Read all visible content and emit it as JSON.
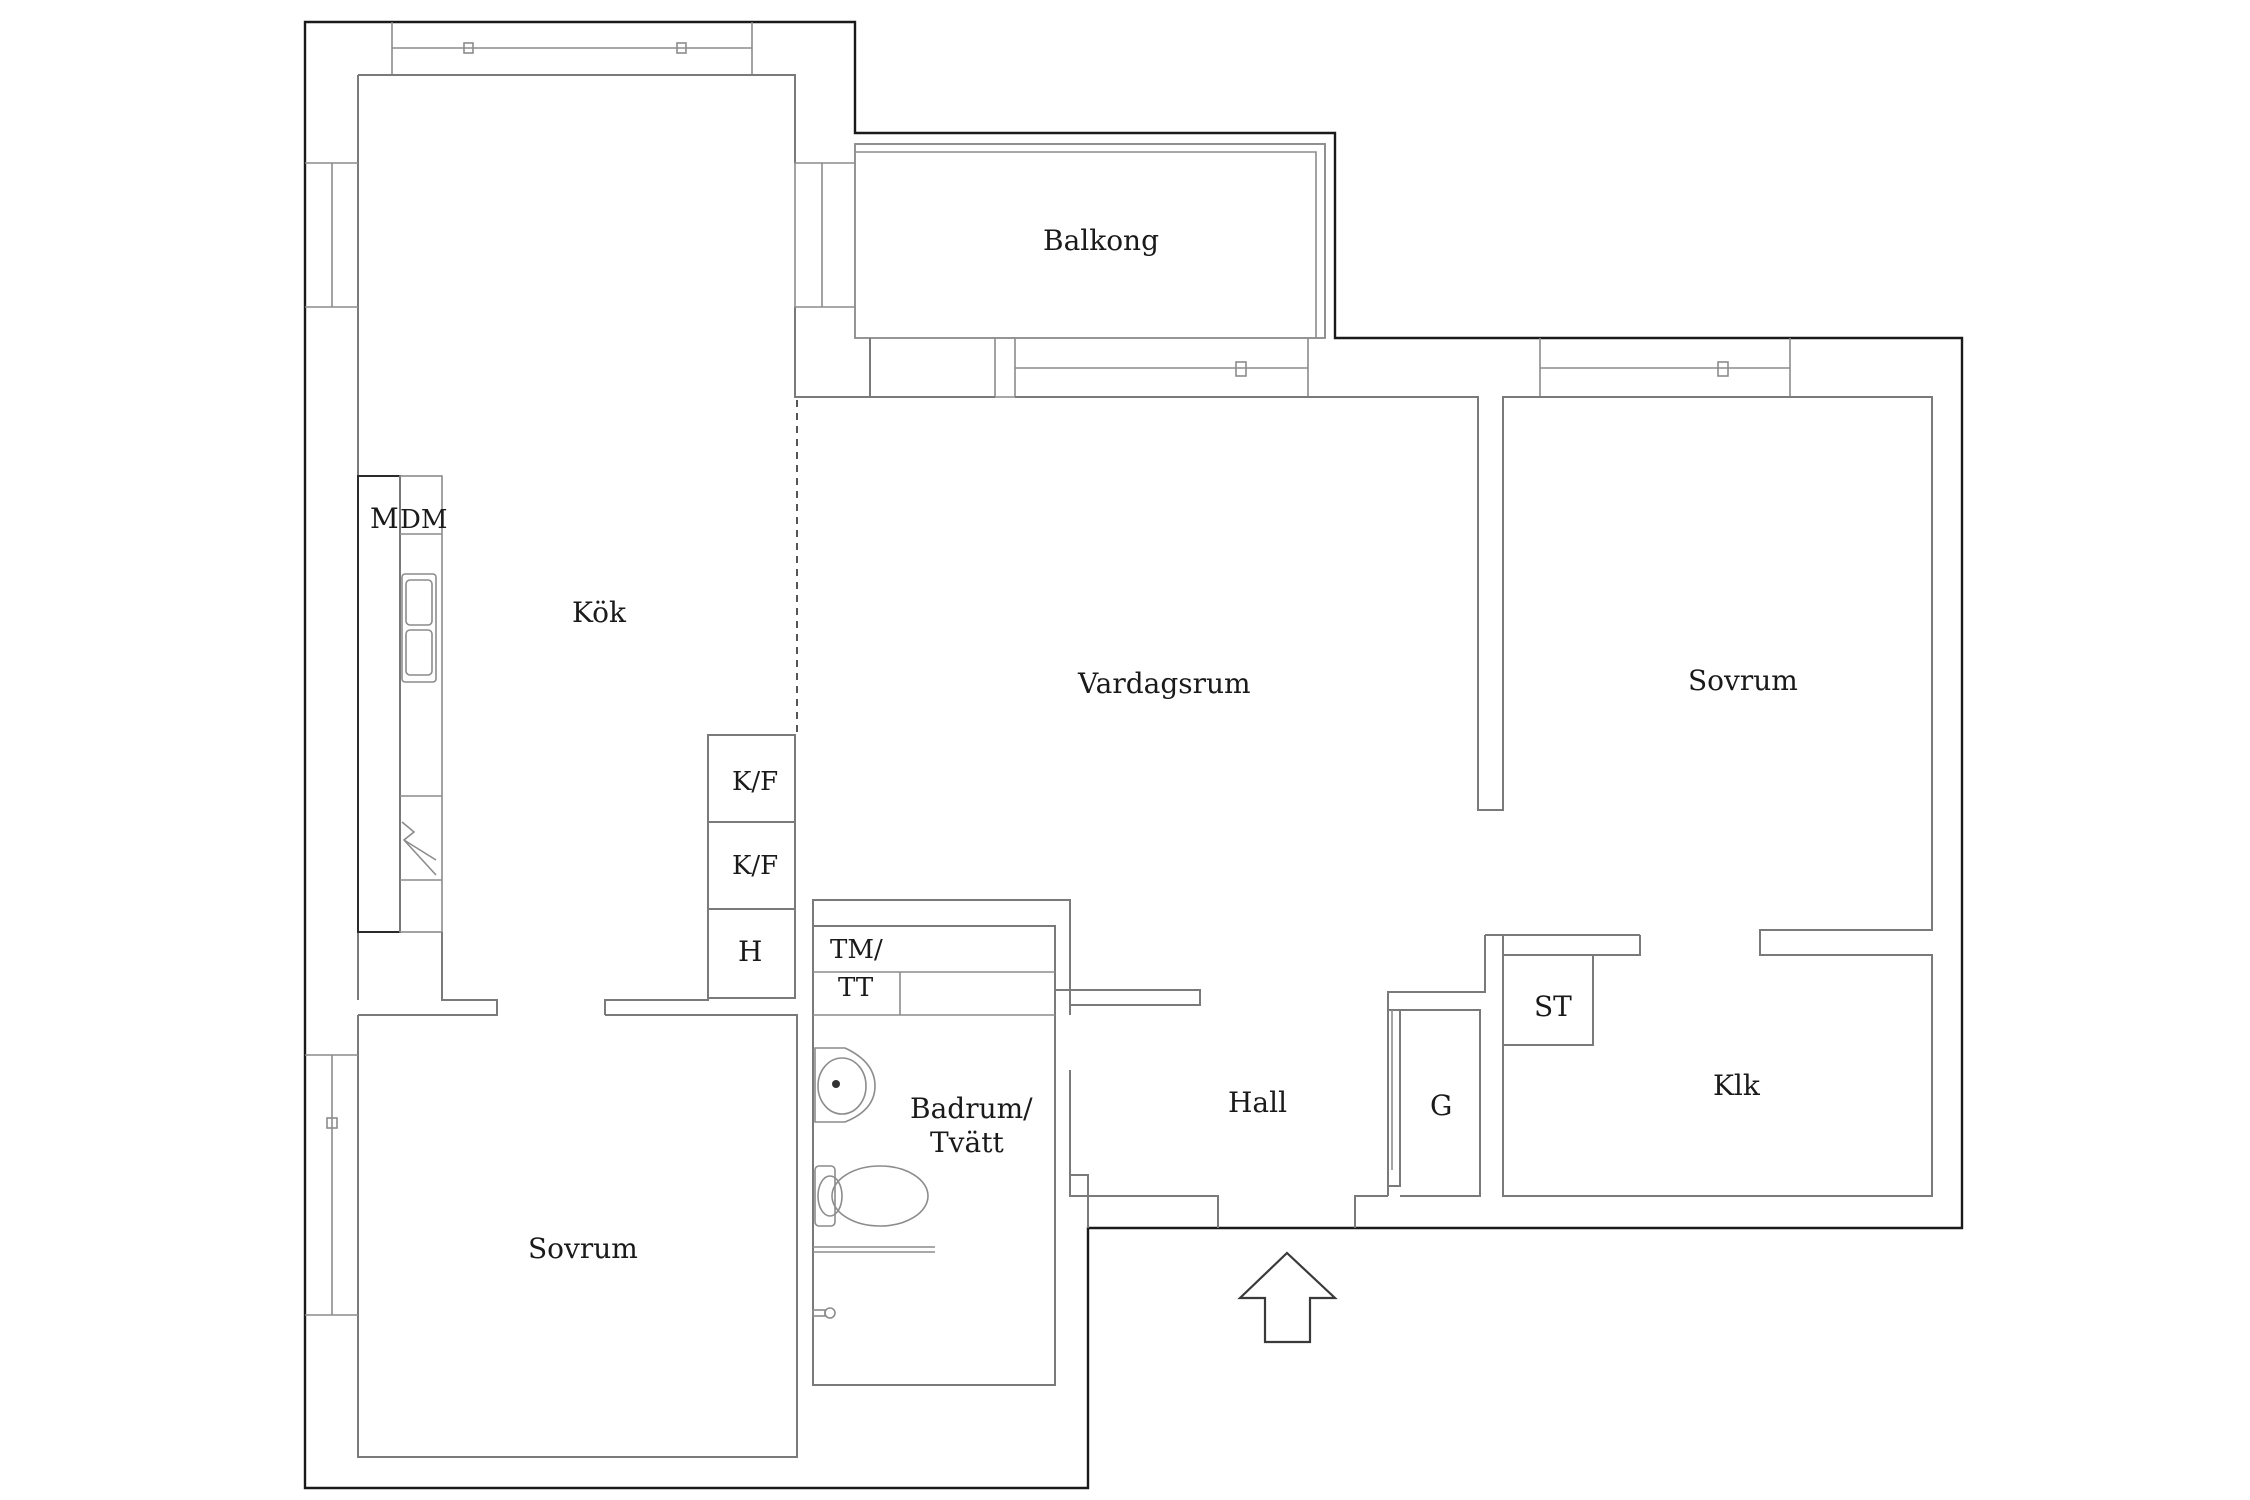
{
  "rooms": {
    "balkong": "Balkong",
    "kok": "Kök",
    "vardagsrum": "Vardagsrum",
    "sovrum_right": "Sovrum",
    "sovrum_left": "Sovrum",
    "hall": "Hall",
    "klk": "Klk",
    "badrum_line1": "Badrum/",
    "badrum_line2": "Tvätt"
  },
  "fixtures": {
    "microwave": "M",
    "dishwasher": "DM",
    "fridge_freezer_1": "K/F",
    "fridge_freezer_2": "K/F",
    "tall_cabinet": "H",
    "washer_dryer_line1": "TM/",
    "washer_dryer_line2": "TT",
    "storage": "ST",
    "wardrobe": "G"
  },
  "icons": [
    "entrance-arrow-icon",
    "sink-icon",
    "toilet-icon",
    "faucet-icon",
    "stove-icon",
    "kitchen-sink-icon"
  ]
}
